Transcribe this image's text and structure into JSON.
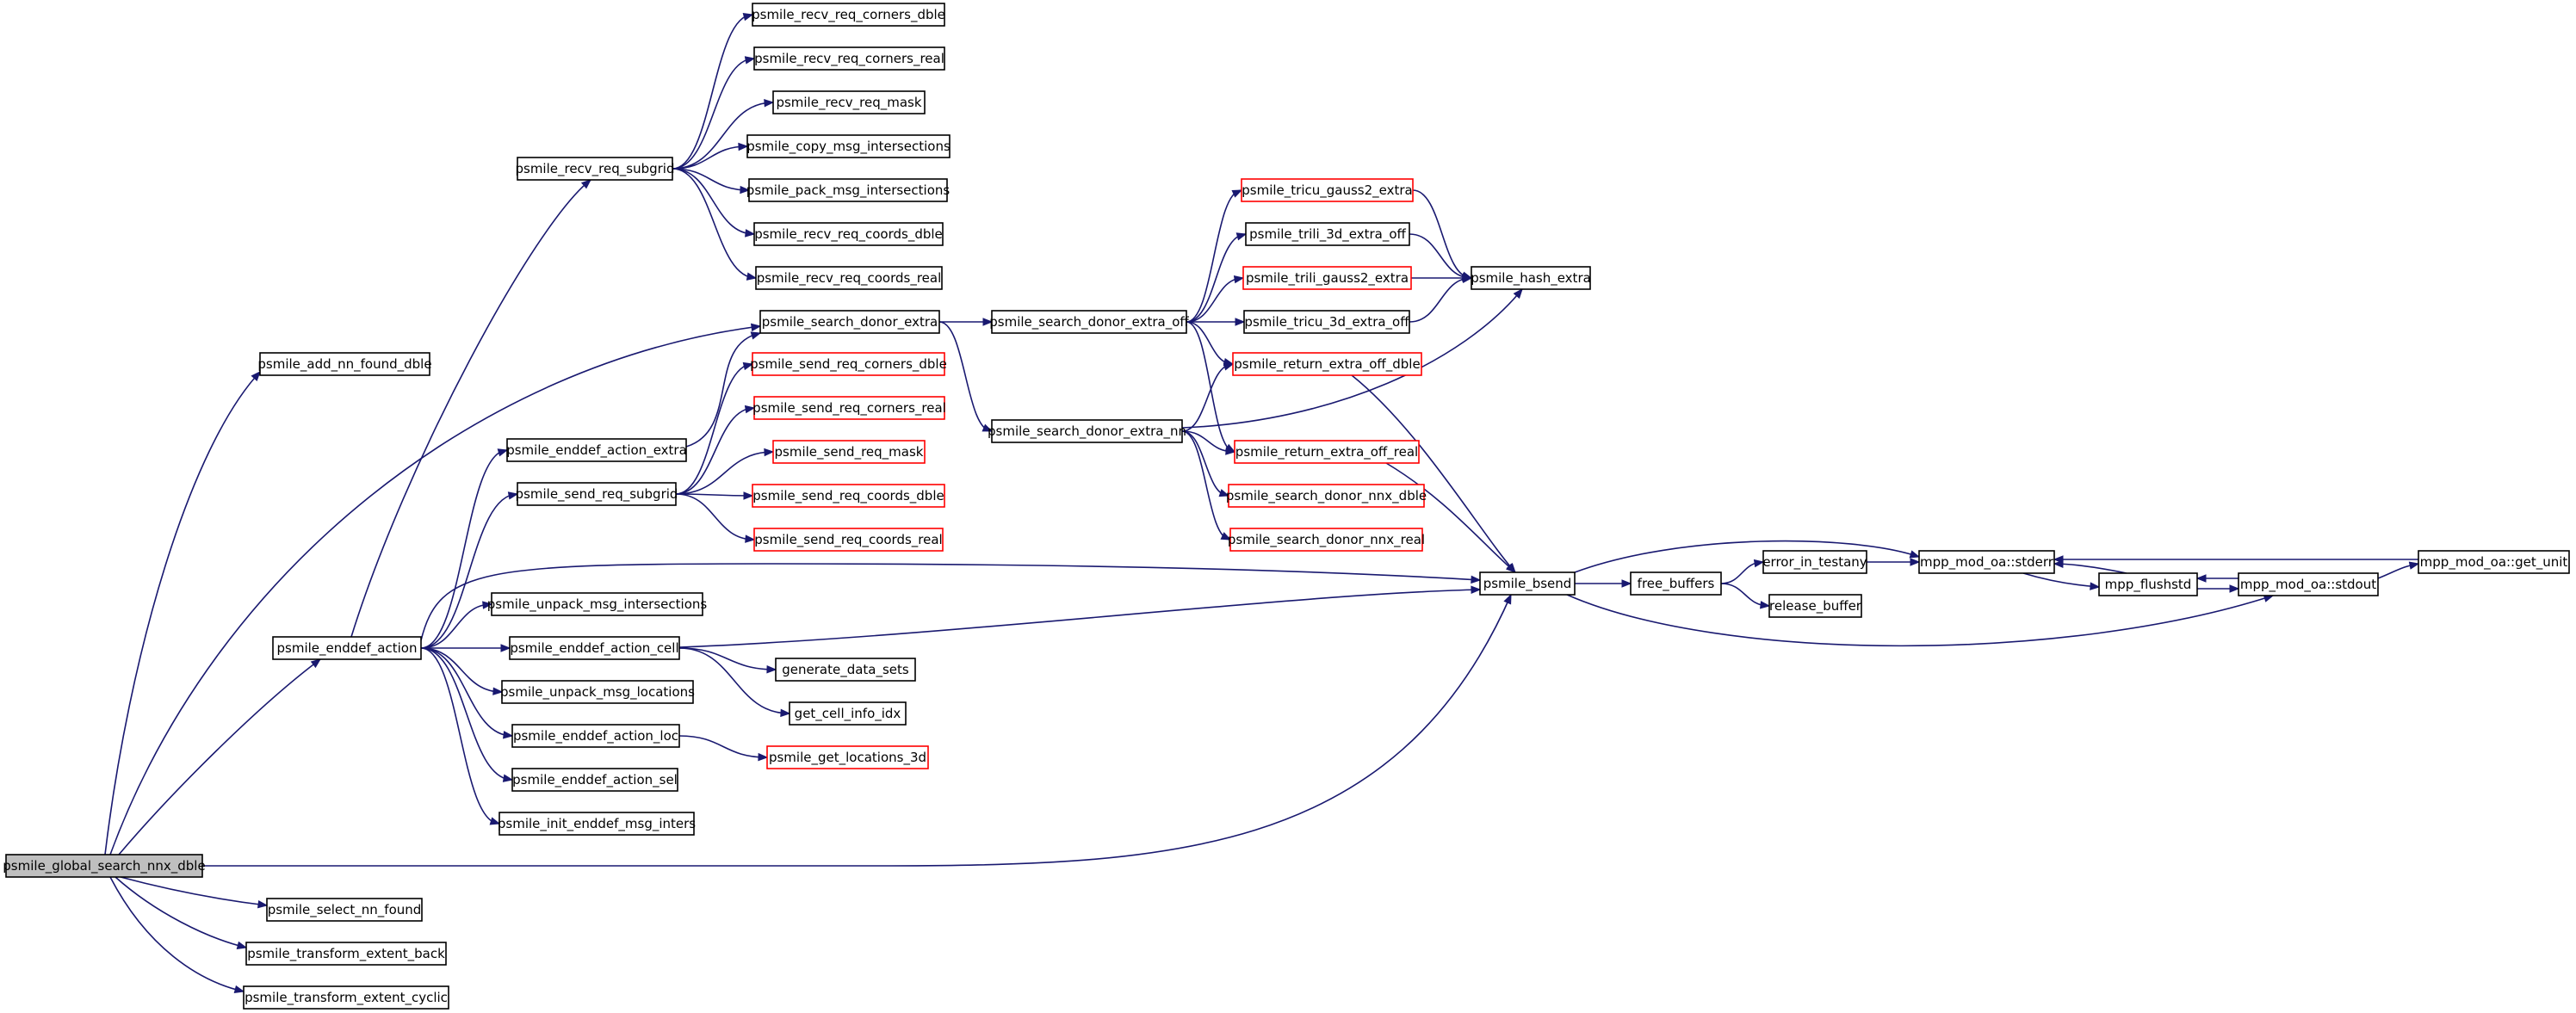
{
  "diagram": {
    "type": "call-graph",
    "colors": {
      "background": "#ffffff",
      "edge": "#191970",
      "node_border_normal": "#000000",
      "node_border_truncated": "#ff0000",
      "root_fill": "#bfbfbf"
    },
    "nodes": [
      {
        "id": "root",
        "label": "psmile_global_search_nnx_dble",
        "style": "root"
      },
      {
        "id": "add_nn",
        "label": "psmile_add_nn_found_dble",
        "style": "normal"
      },
      {
        "id": "enddef_action",
        "label": "psmile_enddef_action",
        "style": "normal"
      },
      {
        "id": "select_nn",
        "label": "psmile_select_nn_found",
        "style": "normal"
      },
      {
        "id": "tr_back",
        "label": "psmile_transform_extent_back",
        "style": "normal"
      },
      {
        "id": "tr_cyclic",
        "label": "psmile_transform_extent_cyclic",
        "style": "normal"
      },
      {
        "id": "recv_subgrid",
        "label": "psmile_recv_req_subgrid",
        "style": "normal"
      },
      {
        "id": "enddef_extra",
        "label": "psmile_enddef_action_extra",
        "style": "normal"
      },
      {
        "id": "send_subgrid",
        "label": "psmile_send_req_subgrid",
        "style": "normal"
      },
      {
        "id": "unpack_inter",
        "label": "psmile_unpack_msg_intersections",
        "style": "normal"
      },
      {
        "id": "enddef_cell",
        "label": "psmile_enddef_action_cell",
        "style": "normal"
      },
      {
        "id": "unpack_loc",
        "label": "psmile_unpack_msg_locations",
        "style": "normal"
      },
      {
        "id": "enddef_loc",
        "label": "psmile_enddef_action_loc",
        "style": "normal"
      },
      {
        "id": "enddef_sel",
        "label": "psmile_enddef_action_sel",
        "style": "normal"
      },
      {
        "id": "init_inters",
        "label": "psmile_init_enddef_msg_inters",
        "style": "normal"
      },
      {
        "id": "recv_corners_dble",
        "label": "psmile_recv_req_corners_dble",
        "style": "normal"
      },
      {
        "id": "recv_corners_real",
        "label": "psmile_recv_req_corners_real",
        "style": "normal"
      },
      {
        "id": "recv_mask",
        "label": "psmile_recv_req_mask",
        "style": "normal"
      },
      {
        "id": "copy_inter",
        "label": "psmile_copy_msg_intersections",
        "style": "normal"
      },
      {
        "id": "pack_inter",
        "label": "psmile_pack_msg_intersections",
        "style": "normal"
      },
      {
        "id": "recv_coords_dble",
        "label": "psmile_recv_req_coords_dble",
        "style": "normal"
      },
      {
        "id": "recv_coords_real",
        "label": "psmile_recv_req_coords_real",
        "style": "normal"
      },
      {
        "id": "search_extra",
        "label": "psmile_search_donor_extra",
        "style": "normal"
      },
      {
        "id": "send_corners_dble",
        "label": "psmile_send_req_corners_dble",
        "style": "truncated"
      },
      {
        "id": "send_corners_real",
        "label": "psmile_send_req_corners_real",
        "style": "truncated"
      },
      {
        "id": "send_mask",
        "label": "psmile_send_req_mask",
        "style": "truncated"
      },
      {
        "id": "send_coords_dble",
        "label": "psmile_send_req_coords_dble",
        "style": "truncated"
      },
      {
        "id": "send_coords_real",
        "label": "psmile_send_req_coords_real",
        "style": "truncated"
      },
      {
        "id": "gen_data_sets",
        "label": "generate_data_sets",
        "style": "normal"
      },
      {
        "id": "get_cell_info",
        "label": "get_cell_info_idx",
        "style": "normal"
      },
      {
        "id": "get_loc3d",
        "label": "psmile_get_locations_3d",
        "style": "truncated"
      },
      {
        "id": "search_extra_off",
        "label": "psmile_search_donor_extra_off",
        "style": "normal"
      },
      {
        "id": "search_extra_nn",
        "label": "psmile_search_donor_extra_nn",
        "style": "normal"
      },
      {
        "id": "tricu_gauss2",
        "label": "psmile_tricu_gauss2_extra",
        "style": "truncated"
      },
      {
        "id": "trili_3d_off",
        "label": "psmile_trili_3d_extra_off",
        "style": "normal"
      },
      {
        "id": "trili_gauss2",
        "label": "psmile_trili_gauss2_extra",
        "style": "truncated"
      },
      {
        "id": "tricu_3d_off",
        "label": "psmile_tricu_3d_extra_off",
        "style": "normal"
      },
      {
        "id": "ret_off_dble",
        "label": "psmile_return_extra_off_dble",
        "style": "truncated"
      },
      {
        "id": "ret_off_real",
        "label": "psmile_return_extra_off_real",
        "style": "truncated"
      },
      {
        "id": "nnx_dble",
        "label": "psmile_search_donor_nnx_dble",
        "style": "truncated"
      },
      {
        "id": "nnx_real",
        "label": "psmile_search_donor_nnx_real",
        "style": "truncated"
      },
      {
        "id": "hash_extra",
        "label": "psmile_hash_extra",
        "style": "normal"
      },
      {
        "id": "bsend",
        "label": "psmile_bsend",
        "style": "normal"
      },
      {
        "id": "free_buffers",
        "label": "free_buffers",
        "style": "normal"
      },
      {
        "id": "error_in_testany",
        "label": "error_in_testany",
        "style": "normal"
      },
      {
        "id": "release_buffer",
        "label": "release_buffer",
        "style": "normal"
      },
      {
        "id": "stderr",
        "label": "mpp_mod_oa::stderr",
        "style": "normal"
      },
      {
        "id": "flushstd",
        "label": "mpp_flushstd",
        "style": "normal"
      },
      {
        "id": "stdout",
        "label": "mpp_mod_oa::stdout",
        "style": "normal"
      },
      {
        "id": "get_unit",
        "label": "mpp_mod_oa::get_unit",
        "style": "normal"
      }
    ],
    "edges": [
      {
        "from": "root",
        "to": "add_nn"
      },
      {
        "from": "root",
        "to": "search_extra"
      },
      {
        "from": "root",
        "to": "enddef_action"
      },
      {
        "from": "root",
        "to": "bsend"
      },
      {
        "from": "root",
        "to": "select_nn"
      },
      {
        "from": "root",
        "to": "tr_back"
      },
      {
        "from": "root",
        "to": "tr_cyclic"
      },
      {
        "from": "enddef_action",
        "to": "recv_subgrid"
      },
      {
        "from": "enddef_action",
        "to": "enddef_extra"
      },
      {
        "from": "enddef_action",
        "to": "send_subgrid"
      },
      {
        "from": "enddef_action",
        "to": "bsend"
      },
      {
        "from": "enddef_action",
        "to": "unpack_inter"
      },
      {
        "from": "enddef_action",
        "to": "enddef_cell"
      },
      {
        "from": "enddef_action",
        "to": "unpack_loc"
      },
      {
        "from": "enddef_action",
        "to": "enddef_loc"
      },
      {
        "from": "enddef_action",
        "to": "enddef_sel"
      },
      {
        "from": "enddef_action",
        "to": "init_inters"
      },
      {
        "from": "recv_subgrid",
        "to": "recv_corners_dble"
      },
      {
        "from": "recv_subgrid",
        "to": "recv_corners_real"
      },
      {
        "from": "recv_subgrid",
        "to": "recv_mask"
      },
      {
        "from": "recv_subgrid",
        "to": "copy_inter"
      },
      {
        "from": "recv_subgrid",
        "to": "pack_inter"
      },
      {
        "from": "recv_subgrid",
        "to": "recv_coords_dble"
      },
      {
        "from": "recv_subgrid",
        "to": "recv_coords_real"
      },
      {
        "from": "enddef_extra",
        "to": "search_extra"
      },
      {
        "from": "send_subgrid",
        "to": "send_corners_dble"
      },
      {
        "from": "send_subgrid",
        "to": "send_corners_real"
      },
      {
        "from": "send_subgrid",
        "to": "send_mask"
      },
      {
        "from": "send_subgrid",
        "to": "send_coords_dble"
      },
      {
        "from": "send_subgrid",
        "to": "send_coords_real"
      },
      {
        "from": "enddef_cell",
        "to": "bsend"
      },
      {
        "from": "enddef_cell",
        "to": "gen_data_sets"
      },
      {
        "from": "enddef_cell",
        "to": "get_cell_info"
      },
      {
        "from": "enddef_loc",
        "to": "get_loc3d"
      },
      {
        "from": "search_extra",
        "to": "search_extra_off"
      },
      {
        "from": "search_extra",
        "to": "search_extra_nn"
      },
      {
        "from": "search_extra_off",
        "to": "tricu_gauss2"
      },
      {
        "from": "search_extra_off",
        "to": "trili_3d_off"
      },
      {
        "from": "search_extra_off",
        "to": "trili_gauss2"
      },
      {
        "from": "search_extra_off",
        "to": "tricu_3d_off"
      },
      {
        "from": "search_extra_off",
        "to": "ret_off_dble"
      },
      {
        "from": "search_extra_off",
        "to": "ret_off_real"
      },
      {
        "from": "search_extra_nn",
        "to": "ret_off_dble"
      },
      {
        "from": "search_extra_nn",
        "to": "hash_extra"
      },
      {
        "from": "search_extra_nn",
        "to": "ret_off_real"
      },
      {
        "from": "search_extra_nn",
        "to": "nnx_dble"
      },
      {
        "from": "search_extra_nn",
        "to": "nnx_real"
      },
      {
        "from": "tricu_gauss2",
        "to": "hash_extra"
      },
      {
        "from": "trili_3d_off",
        "to": "hash_extra"
      },
      {
        "from": "trili_gauss2",
        "to": "hash_extra"
      },
      {
        "from": "tricu_3d_off",
        "to": "hash_extra"
      },
      {
        "from": "ret_off_dble",
        "to": "bsend"
      },
      {
        "from": "ret_off_real",
        "to": "bsend"
      },
      {
        "from": "bsend",
        "to": "stderr"
      },
      {
        "from": "bsend",
        "to": "free_buffers"
      },
      {
        "from": "bsend",
        "to": "stdout"
      },
      {
        "from": "free_buffers",
        "to": "error_in_testany"
      },
      {
        "from": "free_buffers",
        "to": "release_buffer"
      },
      {
        "from": "error_in_testany",
        "to": "stderr"
      },
      {
        "from": "stderr",
        "to": "flushstd"
      },
      {
        "from": "flushstd",
        "to": "stderr"
      },
      {
        "from": "flushstd",
        "to": "stdout"
      },
      {
        "from": "stdout",
        "to": "flushstd"
      },
      {
        "from": "stdout",
        "to": "get_unit"
      },
      {
        "from": "get_unit",
        "to": "stderr"
      }
    ]
  }
}
